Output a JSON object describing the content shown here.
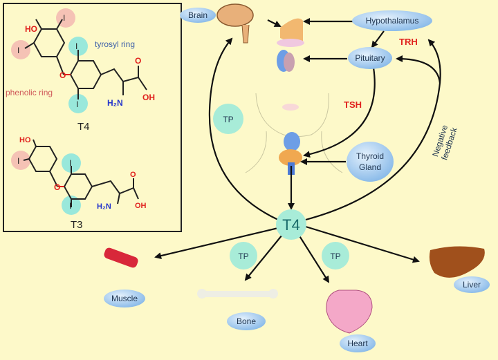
{
  "structures": {
    "t4_label": "T4",
    "t3_label": "T3",
    "tyrosyl_ring": "tyrosyl ring",
    "phenolic_ring": "phenolic ring",
    "atoms": {
      "ho": "HO",
      "i": "I",
      "o": "O",
      "oh": "OH",
      "h2n": "H₂N",
      "carbonyl_o": "O"
    }
  },
  "nodes": {
    "brain": "Brain",
    "hypothalamus": "Hypothalamus",
    "pituitary": "Pituitary",
    "thyroid_line1": "Thyroid",
    "thyroid_line2": "Gland",
    "t4": "T4",
    "tp": "TP",
    "muscle": "Muscle",
    "bone": "Bone",
    "heart": "Heart",
    "liver": "Liver"
  },
  "hormones": {
    "trh": "TRH",
    "tsh": "TSH"
  },
  "feedback": {
    "line1": "Negative",
    "line2": "feedback"
  },
  "colors": {
    "background": "#fdf9c9",
    "node_blue": "#9cc7ef",
    "tp_teal": "#a8ecd8",
    "hormone_red": "#e0201c",
    "iodine_pink": "#f2b4b0",
    "iodine_cyan": "#7fe3e0"
  }
}
